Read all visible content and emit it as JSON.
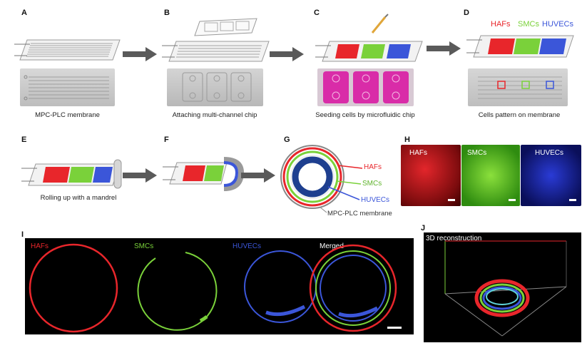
{
  "panels": {
    "A": {
      "letter": "A",
      "caption": "MPC-PLC membrane"
    },
    "B": {
      "letter": "B",
      "caption": "Attaching multi-channel chip"
    },
    "C": {
      "letter": "C",
      "caption": "Seeding cells by microfluidic chip"
    },
    "D": {
      "letter": "D",
      "caption": "Cells pattern on membrane",
      "labels": [
        "HAFs",
        "SMCs",
        "HUVECs"
      ]
    },
    "E": {
      "letter": "E",
      "caption": "Rolling up with a mandrel"
    },
    "F": {
      "letter": "F"
    },
    "G": {
      "letter": "G",
      "labels": [
        "HAFs",
        "SMCs",
        "HUVECs",
        "MPC-PLC membrane"
      ]
    },
    "H": {
      "letter": "H",
      "labels": [
        "HAFs",
        "SMCs",
        "HUVECs"
      ]
    },
    "I": {
      "letter": "I",
      "labels": [
        "HAFs",
        "SMCs",
        "HUVECs",
        "Merged"
      ]
    },
    "J": {
      "letter": "J",
      "label": "3D reconstruction"
    }
  },
  "colors": {
    "haf_red": "#e8262b",
    "smc_green": "#7ad13a",
    "huvec_blue": "#3b56d9",
    "magenta": "#d92ca8",
    "arrow_gray": "#5a5a5a"
  }
}
